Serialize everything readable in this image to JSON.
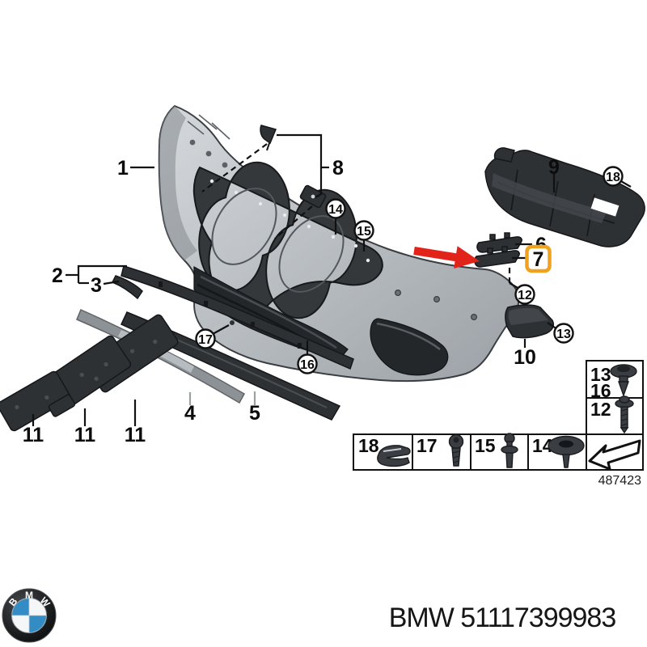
{
  "diagram": {
    "number": "487423",
    "colors": {
      "highlight": "#F0A11E",
      "arrow": "#E2231A",
      "bmw_blue": "#338DC4",
      "label_muted": "#9BA0A5"
    },
    "callouts": {
      "plain": [
        {
          "label": "1"
        },
        {
          "label": "2"
        },
        {
          "label": "3"
        },
        {
          "label": "4"
        },
        {
          "label": "5"
        },
        {
          "label": "6"
        },
        {
          "label": "8"
        },
        {
          "label": "9"
        },
        {
          "label": "10"
        },
        {
          "label": "11"
        },
        {
          "label": "11"
        },
        {
          "label": "11"
        }
      ],
      "boxed": {
        "label": "7"
      },
      "circled": [
        {
          "label": "12"
        },
        {
          "label": "13"
        },
        {
          "label": "14"
        },
        {
          "label": "15"
        },
        {
          "label": "16"
        },
        {
          "label": "17"
        },
        {
          "label": "18"
        }
      ]
    },
    "fastener_table": {
      "side_column": [
        {
          "labels": [
            "13",
            "16"
          ],
          "icon": "push-pin-clip-icon"
        },
        {
          "labels": [
            "12"
          ],
          "icon": "long-screw-icon"
        },
        {
          "labels": [],
          "icon": "view-direction-arrow-icon"
        }
      ],
      "bottom_row": [
        {
          "labels": [
            "18"
          ],
          "icon": "speed-clip-icon"
        },
        {
          "labels": [
            "17"
          ],
          "icon": "pan-screw-icon"
        },
        {
          "labels": [
            "15"
          ],
          "icon": "expansion-rivet-icon"
        },
        {
          "labels": [
            "14"
          ],
          "icon": "washer-grommet-icon"
        }
      ]
    }
  },
  "footer": {
    "logo_letters": [
      "B",
      "M",
      "W"
    ],
    "caption": "BMW 51117399983"
  }
}
